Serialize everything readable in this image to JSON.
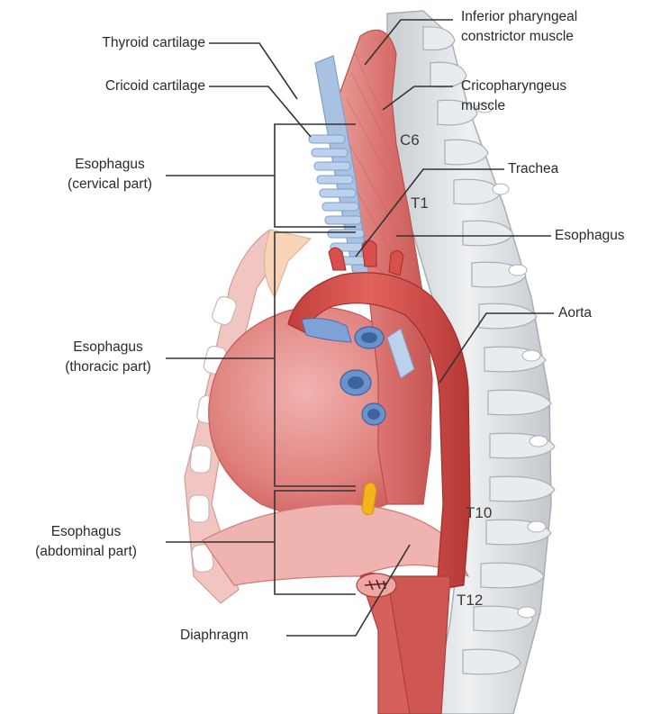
{
  "colors": {
    "muscle": "#d97a78",
    "muscle_light": "#ecaaa8",
    "muscle_dark": "#c9524f",
    "aorta": "#d9534f",
    "aorta_dark": "#b83b38",
    "cartilage": "#a9c2e2",
    "cartilage_dark": "#7f9fcb",
    "vessel_blue": "#5a86c4",
    "bone": "#dfe3e6",
    "bone_dark": "#b9bfc4",
    "rib": "#f6c7a6",
    "fat": "#f3b41c",
    "leader": "#333333"
  },
  "labels": {
    "thyroid_cartilage": "Thyroid cartilage",
    "cricoid_cartilage": "Cricoid cartilage",
    "esophagus_cervical_1": "Esophagus",
    "esophagus_cervical_2": "(cervical part)",
    "esophagus_thoracic_1": "Esophagus",
    "esophagus_thoracic_2": "(thoracic part)",
    "esophagus_abdominal_1": "Esophagus",
    "esophagus_abdominal_2": "(abdominal part)",
    "diaphragm": "Diaphragm",
    "inferior_pharyngeal_1": "Inferior pharyngeal",
    "inferior_pharyngeal_2": "constrictor muscle",
    "cricopharyngeus_1": "Cricopharyngeus",
    "cricopharyngeus_2": "muscle",
    "trachea": "Trachea",
    "esophagus_right": "Esophagus",
    "aorta": "Aorta"
  },
  "vertebrae": {
    "c6": "C6",
    "t1": "T1",
    "t10": "T10",
    "t12": "T12"
  }
}
